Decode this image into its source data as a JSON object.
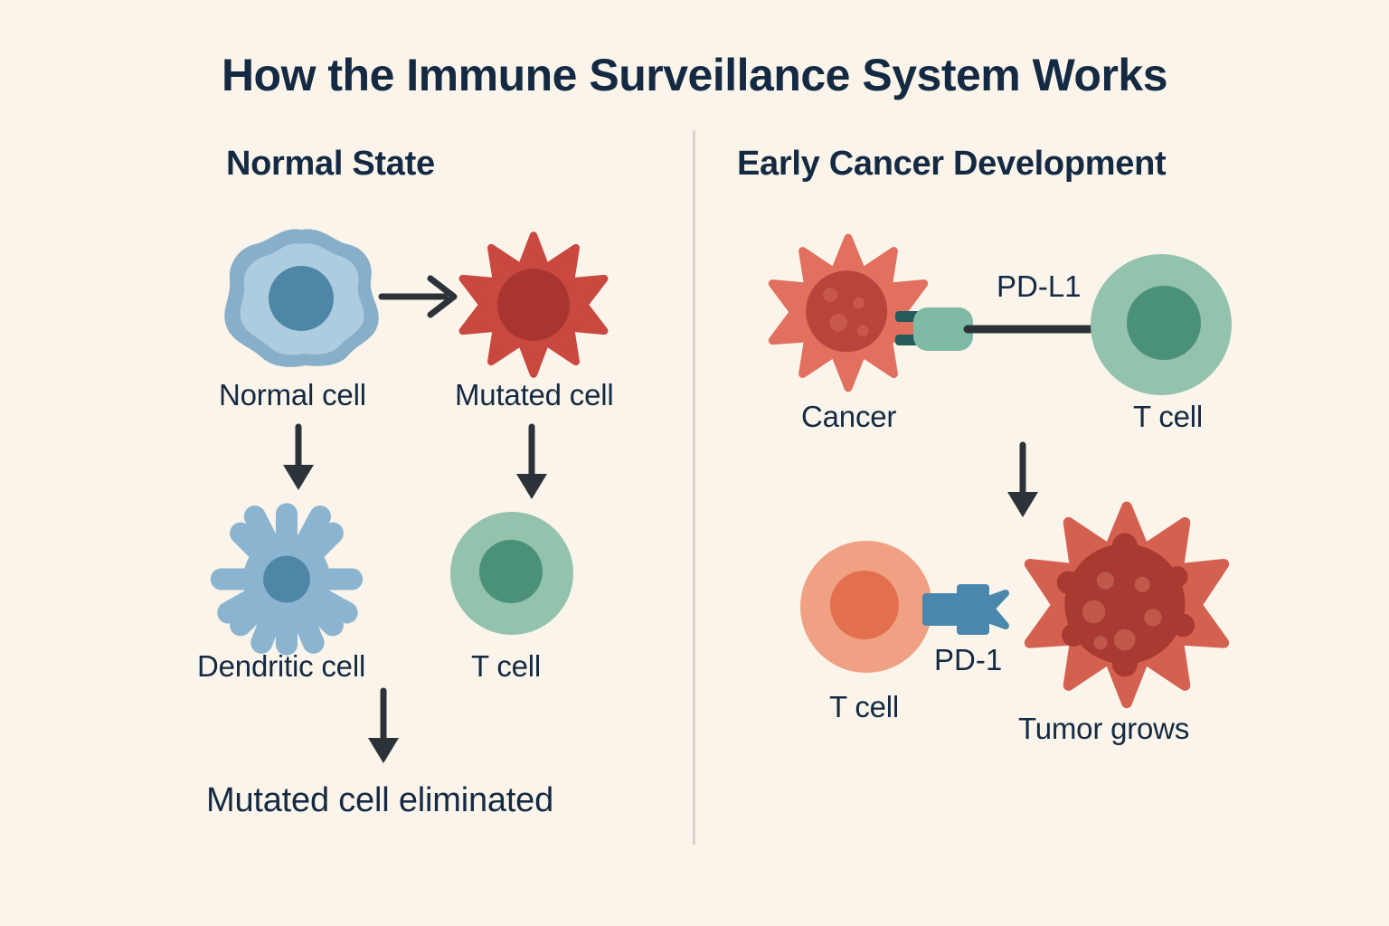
{
  "page": {
    "title": "How the Immune Surveillance System Works",
    "background_color": "#FBF4EA",
    "text_color": "#142A43",
    "divider_color": "#D8D5CF"
  },
  "panels": {
    "left": {
      "heading": "Normal State",
      "nodes": [
        {
          "id": "normal-cell",
          "label": "Normal cell",
          "shape": "blob-cell",
          "body_color": "#A9C6DB",
          "rim_color": "#7DA8C6",
          "nucleus_color": "#4E87A5"
        },
        {
          "id": "mutated-cell",
          "label": "Mutated cell",
          "shape": "spiky-cell",
          "body_color": "#C9483F",
          "nucleus_color": "#A8352F"
        },
        {
          "id": "dendritic-cell",
          "label": "Dendritic cell",
          "shape": "dendritic-cell",
          "body_color": "#8BB4D0",
          "nucleus_color": "#4E87A5"
        },
        {
          "id": "t-cell",
          "label": "T cell",
          "shape": "round-cell",
          "body_color": "#93C2AD",
          "nucleus_color": "#4B9079"
        }
      ],
      "outcome": "Mutated cell eliminated"
    },
    "right": {
      "heading": "Early Cancer Development",
      "nodes": [
        {
          "id": "cancer-cell",
          "label": "Cancer",
          "shape": "spiky-cell",
          "body_color": "#E2705E",
          "nucleus_color": "#B8453B"
        },
        {
          "id": "t-cell-active",
          "label": "T cell",
          "shape": "round-cell",
          "body_color": "#93C2AD",
          "nucleus_color": "#4B9079"
        },
        {
          "id": "t-cell-exhausted",
          "label": "T cell",
          "shape": "round-cell",
          "body_color": "#F0A183",
          "nucleus_color": "#E2704E"
        },
        {
          "id": "tumor",
          "label": "Tumor grows",
          "shape": "spiky-cell-bumpy",
          "body_color": "#D46050",
          "nucleus_color": "#A93A31"
        }
      ],
      "receptors": [
        {
          "id": "pd-l1",
          "label": "PD-L1",
          "color": "#7EBAA4",
          "prong_color": "#235A5A"
        },
        {
          "id": "pd-1",
          "label": "PD-1",
          "color": "#4988AC"
        }
      ]
    }
  },
  "arrows": [
    {
      "id": "normal-to-mutated",
      "head": "open-chevron",
      "direction": "right",
      "color": "#2C3338"
    },
    {
      "id": "normal-to-dendritic",
      "head": "filled",
      "direction": "down",
      "color": "#2C3338"
    },
    {
      "id": "mutated-to-tcell",
      "head": "filled",
      "direction": "down",
      "color": "#2C3338"
    },
    {
      "id": "dendritic-to-outcome",
      "head": "filled",
      "direction": "down",
      "color": "#2C3338"
    },
    {
      "id": "cancer-to-tumor",
      "head": "filled",
      "direction": "down",
      "color": "#2C3338"
    }
  ]
}
